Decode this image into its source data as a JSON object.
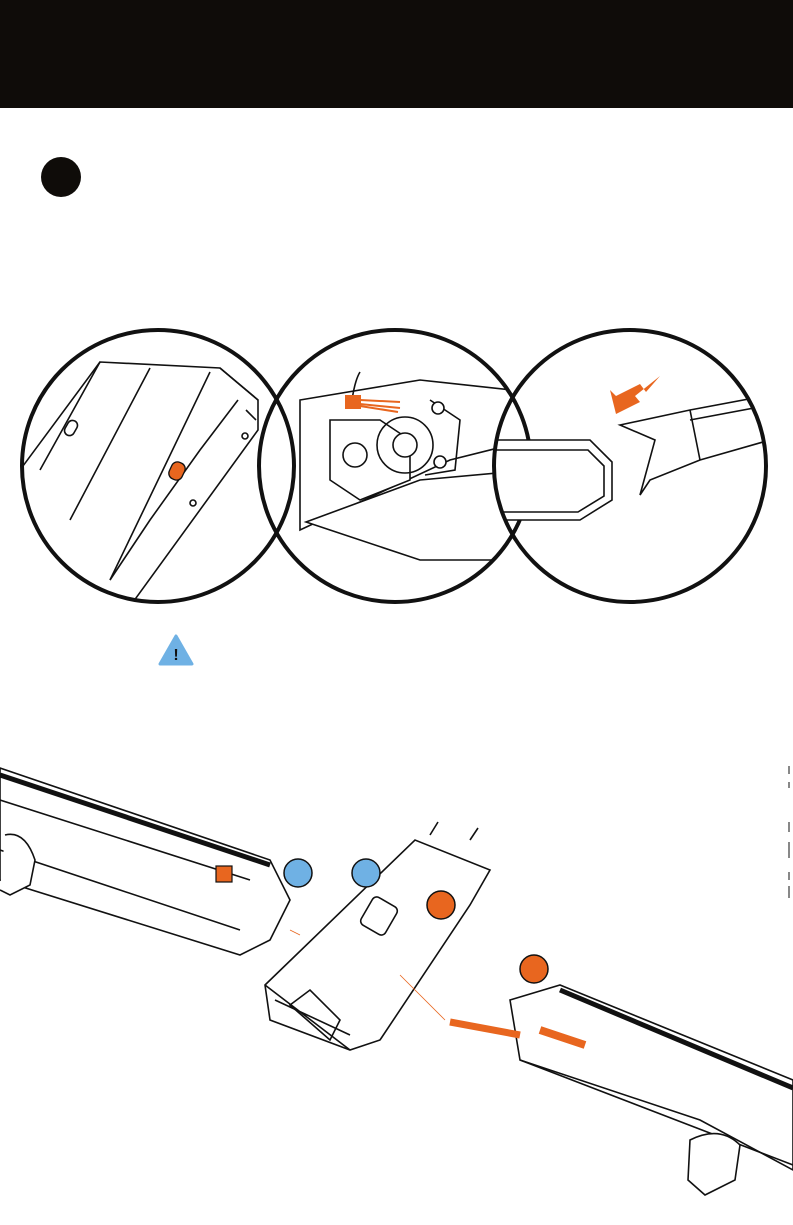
{
  "header": {
    "title": ""
  },
  "step": {
    "number": ""
  },
  "warning": {
    "icon": "warning-triangle-icon",
    "symbol": "!"
  },
  "colors": {
    "header_bg": "#0f0c09",
    "accent_orange": "#e8661f",
    "accent_blue": "#6fb1e4",
    "line": "#111111"
  },
  "callouts": [
    {
      "name": "callout-blue-1",
      "color": "blue"
    },
    {
      "name": "callout-blue-2",
      "color": "blue"
    },
    {
      "name": "callout-orange-1",
      "color": "orange"
    },
    {
      "name": "callout-orange-2",
      "color": "orange"
    }
  ],
  "detail_views": [
    {
      "name": "detail-circle-hole"
    },
    {
      "name": "detail-circle-connector"
    },
    {
      "name": "detail-circle-insert"
    }
  ]
}
